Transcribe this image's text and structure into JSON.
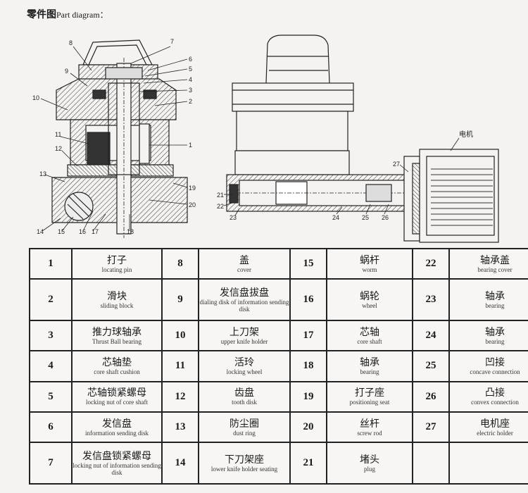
{
  "header": {
    "title_zh": "零件图",
    "title_en": "Part diagram："
  },
  "left_drawing": {
    "labels": [
      "1",
      "2",
      "3",
      "4",
      "5",
      "6",
      "7",
      "8",
      "9",
      "10",
      "11",
      "12",
      "13",
      "14",
      "15",
      "16",
      "17",
      "18",
      "19",
      "20"
    ]
  },
  "right_drawing": {
    "motor_label": "电机",
    "labels": [
      "21",
      "22",
      "23",
      "24",
      "25",
      "26",
      "27"
    ]
  },
  "parts": [
    {
      "no": "1",
      "zh": "打子",
      "en": "locating pin"
    },
    {
      "no": "2",
      "zh": "滑块",
      "en": "sliding block"
    },
    {
      "no": "3",
      "zh": "推力球轴承",
      "en": "Thrust Ball bearing"
    },
    {
      "no": "4",
      "zh": "芯轴垫",
      "en": "core shaft cushion"
    },
    {
      "no": "5",
      "zh": "芯轴锁紧螺母",
      "en": "locking nut of core shaft"
    },
    {
      "no": "6",
      "zh": "发信盘",
      "en": "information sending disk"
    },
    {
      "no": "7",
      "zh": "发信盘锁紧螺母",
      "en": "locking nut of information sending disk"
    },
    {
      "no": "8",
      "zh": "盖",
      "en": "cover"
    },
    {
      "no": "9",
      "zh": "发信盘拔盘",
      "en": "dialing disk of information sending disk"
    },
    {
      "no": "10",
      "zh": "上刀架",
      "en": "upper knife holder"
    },
    {
      "no": "11",
      "zh": "活玲",
      "en": "locking wheel"
    },
    {
      "no": "12",
      "zh": "齿盘",
      "en": "tooth disk"
    },
    {
      "no": "13",
      "zh": "防尘圈",
      "en": "dust ring"
    },
    {
      "no": "14",
      "zh": "下刀架座",
      "en": "lower knife holder seating"
    },
    {
      "no": "15",
      "zh": "蜗杆",
      "en": "worm"
    },
    {
      "no": "16",
      "zh": "蜗轮",
      "en": "wheel"
    },
    {
      "no": "17",
      "zh": "芯轴",
      "en": "core shaft"
    },
    {
      "no": "18",
      "zh": "轴承",
      "en": "bearing"
    },
    {
      "no": "19",
      "zh": "打子座",
      "en": "positioning seat"
    },
    {
      "no": "20",
      "zh": "丝杆",
      "en": "screw rod"
    },
    {
      "no": "21",
      "zh": "堵头",
      "en": "plug"
    },
    {
      "no": "22",
      "zh": "轴承盖",
      "en": "bearing cover"
    },
    {
      "no": "23",
      "zh": "轴承",
      "en": "bearing"
    },
    {
      "no": "24",
      "zh": "轴承",
      "en": "bearing"
    },
    {
      "no": "25",
      "zh": "凹接",
      "en": "concave connection"
    },
    {
      "no": "26",
      "zh": "凸接",
      "en": "convex connection"
    },
    {
      "no": "27",
      "zh": "电机座",
      "en": "electric holder"
    }
  ]
}
